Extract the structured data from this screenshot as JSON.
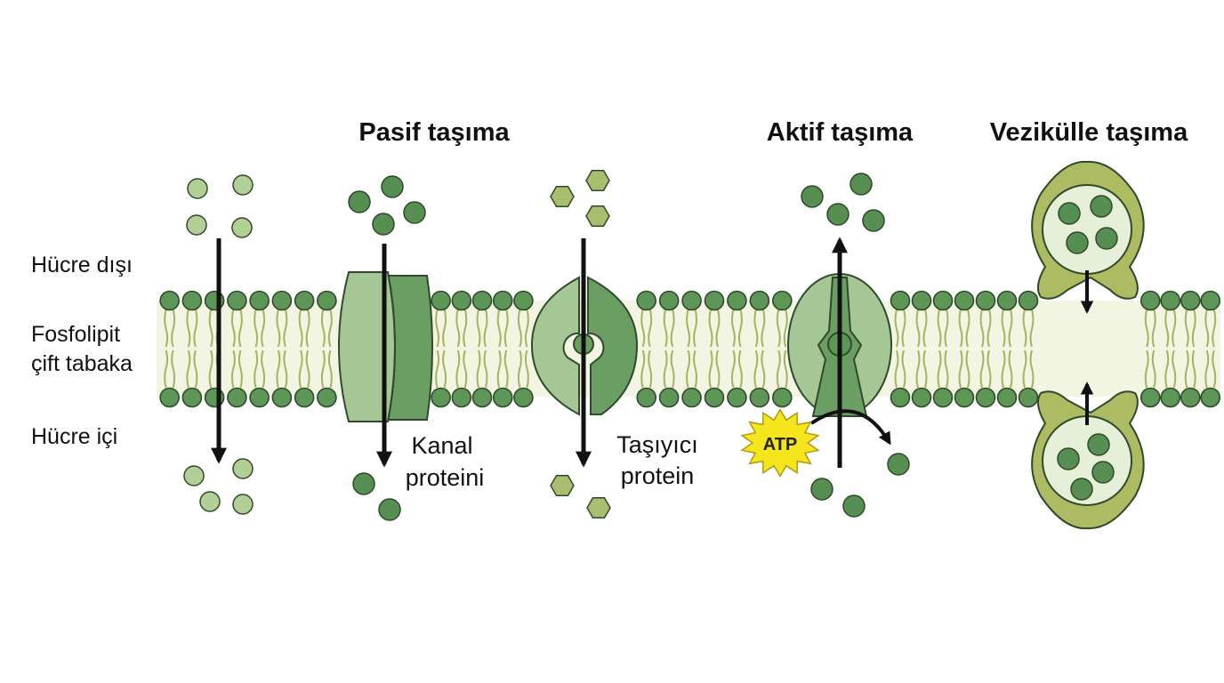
{
  "headings": {
    "passive": "Pasif taşıma",
    "active": "Aktif taşıma",
    "vesicle": "Vezikülle taşıma"
  },
  "side_labels": {
    "outside": "Hücre dışı",
    "bilayer_line1": "Fosfolipit",
    "bilayer_line2": "çift tabaka",
    "inside": "Hücre içi"
  },
  "protein_labels": {
    "channel_line1": "Kanal",
    "channel_line2": "proteini",
    "carrier_line1": "Taşıyıcı",
    "carrier_line2": "protein"
  },
  "atp_label": "ATP",
  "colors": {
    "membrane_fill": "#f1f5e2",
    "head_fill": "#5e9658",
    "tail_stroke": "#a7b25e",
    "light_molecule": "#b3cf98",
    "dark_molecule": "#578e52",
    "hexagon_molecule": "#a9be6f",
    "channel_light": "#a5c796",
    "channel_dark": "#6b9e63",
    "vesicle_ring": "#adbb62",
    "vesicle_inner": "#e6f0d9",
    "atp_star": "#f5e51d",
    "outline": "#2f4a2a",
    "arrow": "#111111"
  }
}
